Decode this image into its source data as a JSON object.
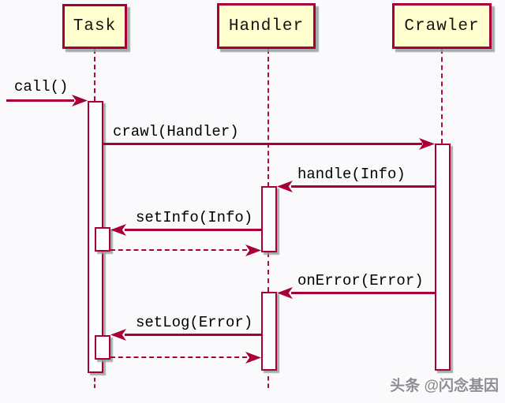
{
  "diagram": {
    "type": "sequence",
    "participants": [
      {
        "id": "task",
        "name": "Task"
      },
      {
        "id": "handler",
        "name": "Handler"
      },
      {
        "id": "crawler",
        "name": "Crawler"
      }
    ],
    "messages": [
      {
        "from": "external",
        "to": "Task",
        "label": "call()",
        "style": "solid",
        "direction": "right"
      },
      {
        "from": "Task",
        "to": "Crawler",
        "label": "crawl(Handler)",
        "style": "solid",
        "direction": "right"
      },
      {
        "from": "Crawler",
        "to": "Handler",
        "label": "handle(Info)",
        "style": "solid",
        "direction": "left"
      },
      {
        "from": "Handler",
        "to": "Task",
        "label": "setInfo(Info)",
        "style": "solid",
        "direction": "left"
      },
      {
        "from": "Task",
        "to": "Handler",
        "label": "",
        "style": "dashed-return",
        "direction": "right"
      },
      {
        "from": "Crawler",
        "to": "Handler",
        "label": "onError(Error)",
        "style": "solid",
        "direction": "left"
      },
      {
        "from": "Handler",
        "to": "Task",
        "label": "setLog(Error)",
        "style": "solid",
        "direction": "left"
      },
      {
        "from": "Task",
        "to": "Handler",
        "label": "",
        "style": "dashed-return",
        "direction": "right"
      }
    ],
    "watermark": "头条 @闪念基因",
    "colors": {
      "accent": "#A80036",
      "participant_fill": "#FEFECE",
      "activation_fill": "#FFFFFF",
      "background": "#FAF9FB",
      "shadow": "#9AA4A4",
      "watermark_text": "#8D8D93"
    }
  }
}
